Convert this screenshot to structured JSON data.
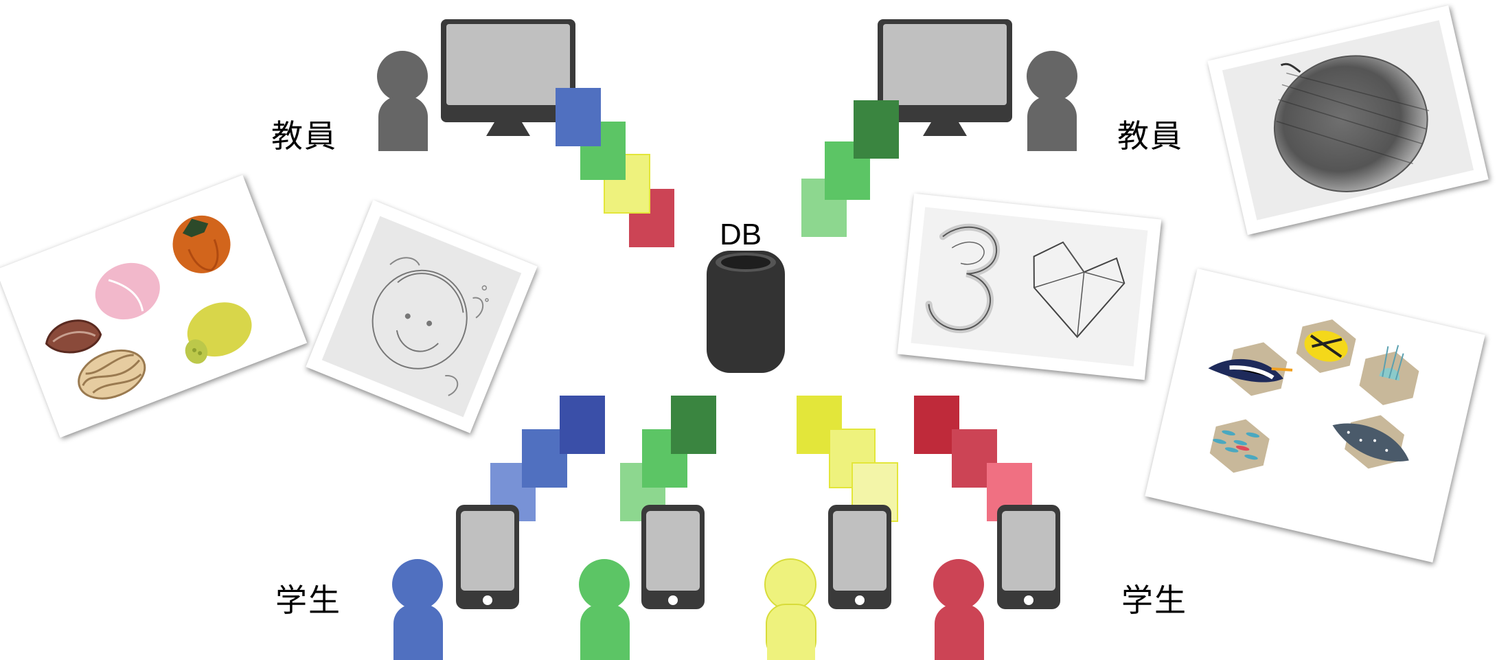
{
  "labels": {
    "teacher_left": "教員",
    "teacher_right": "教員",
    "student_left": "学生",
    "student_right": "学生",
    "database": "DB"
  },
  "colors": {
    "person_gray": "#666666",
    "monitor_frame": "#3a3a3a",
    "screen": "#c0c0c0",
    "database_body": "#333333",
    "blue": [
      "#7892d6",
      "#5070c0",
      "#3a4fa8"
    ],
    "green": [
      "#8dd78f",
      "#5cc565",
      "#3a8540"
    ],
    "yellow": [
      "#f3f5a8",
      "#eef27d",
      "#e3e63a"
    ],
    "red": [
      "#f07082",
      "#cc4455",
      "#bf2a3a"
    ]
  },
  "students": [
    {
      "color": "blue"
    },
    {
      "color": "green"
    },
    {
      "color": "yellow"
    },
    {
      "color": "red"
    }
  ]
}
